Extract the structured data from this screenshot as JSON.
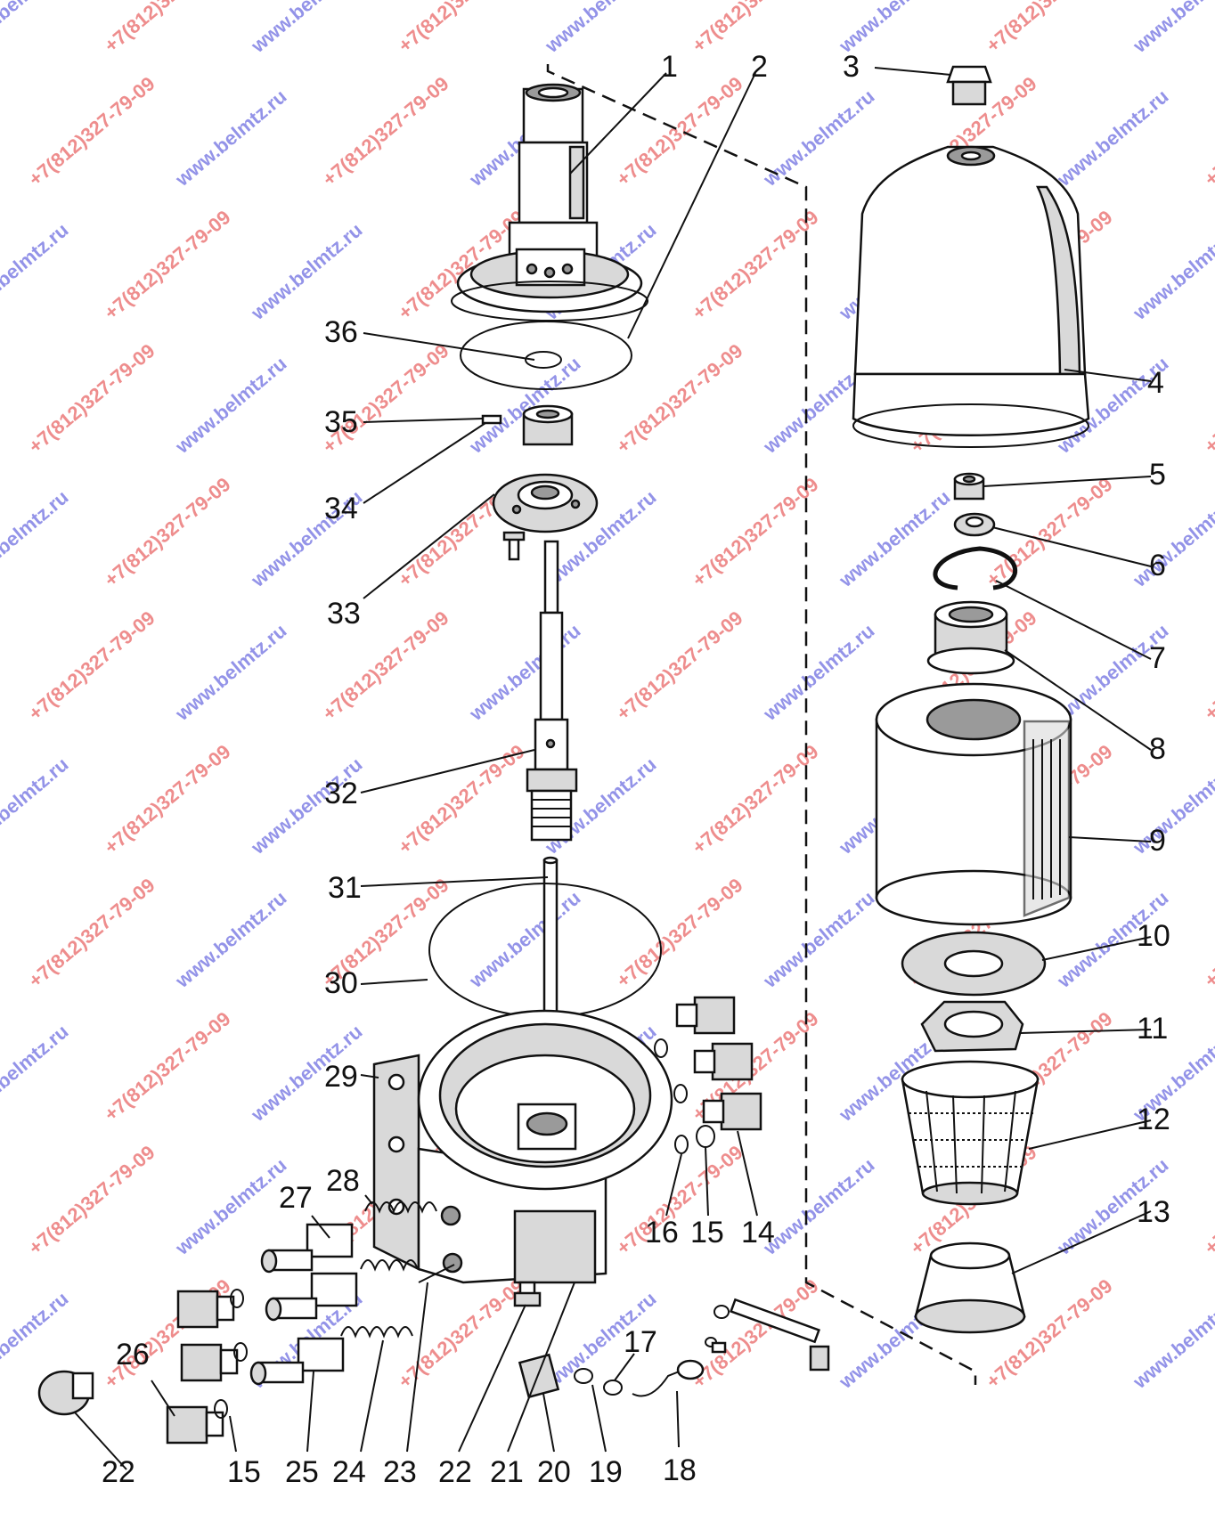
{
  "watermarks": {
    "site": "www.belmtz.ru",
    "phone": "+7(812)327-79-09",
    "site_color": "#3b3bd6",
    "phone_color": "#e03030"
  },
  "labels": {
    "l1": "1",
    "l2": "2",
    "l3": "3",
    "l4": "4",
    "l5": "5",
    "l6": "6",
    "l7": "7",
    "l8": "8",
    "l9": "9",
    "l10": "10",
    "l11": "11",
    "l12": "12",
    "l13": "13",
    "l14": "14",
    "l15a": "15",
    "l16": "16",
    "l17": "17",
    "l18": "18",
    "l19": "19",
    "l20": "20",
    "l21": "21",
    "l22a": "22",
    "l22b": "22",
    "l23": "23",
    "l24": "24",
    "l25": "25",
    "l15b": "15",
    "l26": "26",
    "l27": "27",
    "l28": "28",
    "l29": "29",
    "l30": "30",
    "l31": "31",
    "l32": "32",
    "l33": "33",
    "l34": "34",
    "l35": "35",
    "l36": "36"
  }
}
